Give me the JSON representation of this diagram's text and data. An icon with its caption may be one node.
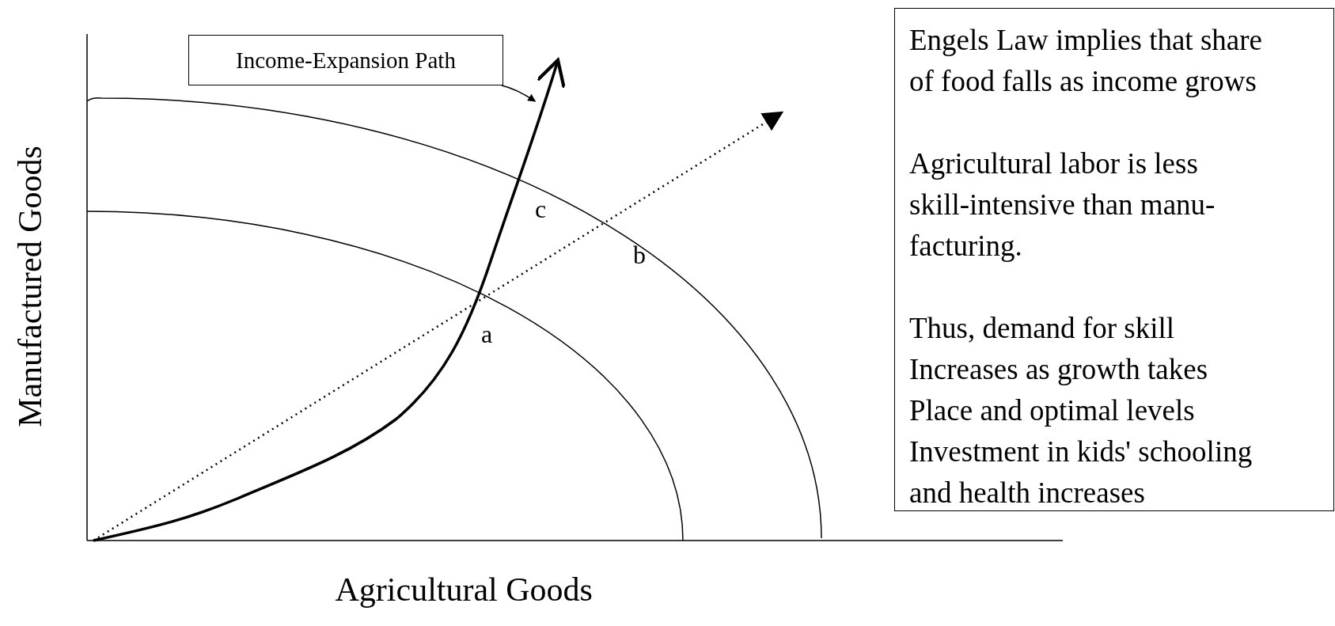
{
  "diagram": {
    "nodes": [
      {
        "text": [
          "Income-Expansion Path"
        ]
      },
      {
        "text": [],
        "shape": "curve"
      },
      {
        "text": [
          "Engels Law implies that share of food falls as income grows",
          "Agricultural labor is less skill-intensive than manu- facturing.",
          "Thus, demand for skill Increases as growth takes Place and optimal levels Investment in kids' schooling and health increases"
        ]
      }
    ],
    "edges": [
      {
        "from": 0,
        "to": 1,
        "arrow": "to"
      }
    ],
    "labels": [
      "Manufactured Goods",
      "c",
      "b",
      "a",
      "Agricultural Goods"
    ]
  }
}
